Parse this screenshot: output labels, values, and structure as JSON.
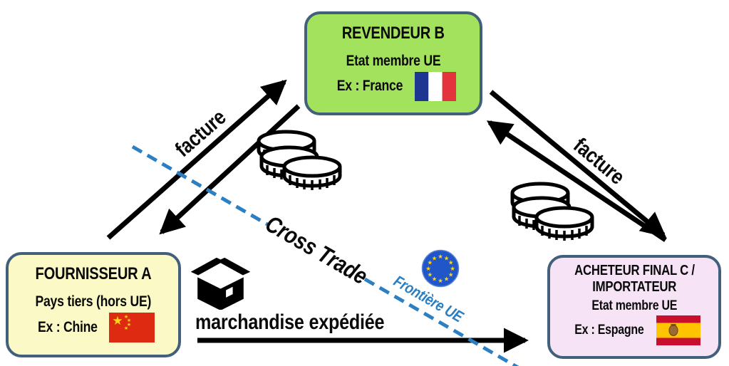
{
  "nodes": {
    "revendeur_b": {
      "title": "REVENDEUR B",
      "subtitle": "Etat membre UE",
      "example": "Ex : France",
      "flag": "france-flag"
    },
    "fournisseur_a": {
      "title": "FOURNISSEUR A",
      "subtitle": "Pays tiers (hors UE)",
      "example": "Ex : Chine",
      "flag": "china-flag"
    },
    "acheteur_c": {
      "title_line1": "ACHETEUR FINAL C /",
      "title_line2": "IMPORTATEUR",
      "subtitle": "Etat membre UE",
      "example": "Ex : Espagne",
      "flag": "spain-flag"
    }
  },
  "labels": {
    "facture_left": "facture",
    "facture_right": "facture",
    "goods": "marchandise expédiée",
    "cross_trade": "Cross Trade",
    "eu_border": "Frontière UE"
  },
  "icons": {
    "goods": "package-icon",
    "payment_left": "coins-icon",
    "payment_right": "coins-icon",
    "eu": "eu-flag-icon"
  },
  "colors": {
    "revendeur_bg": "#a3e25c",
    "fournisseur_bg": "#fbf9c5",
    "acheteur_bg": "#f6e4f6",
    "border": "#42607b",
    "arrow_black": "#000000",
    "eu_blue": "#2b7fc2",
    "eu_flag_blue": "#2156c8",
    "star_yellow": "#ffd617",
    "france_blue": "#1e3592",
    "france_red": "#e5333e",
    "china_red": "#de2a10",
    "spain_red": "#c8102e",
    "spain_yellow": "#ffc400"
  }
}
